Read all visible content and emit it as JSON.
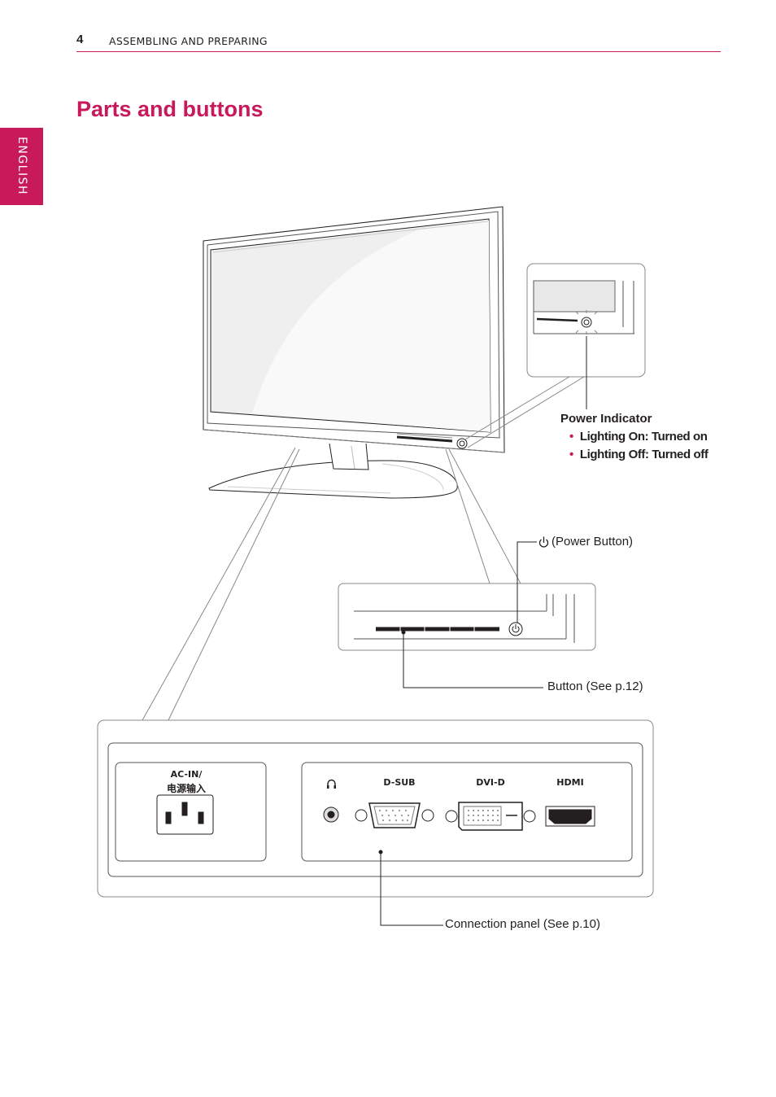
{
  "header": {
    "page_number": "4",
    "section": "ASSEMBLING AND PREPARING"
  },
  "sidebar": {
    "language": "ENGLISH"
  },
  "title": "Parts and buttons",
  "callouts": {
    "power_indicator": {
      "title": "Power Indicator",
      "items": [
        "Lighting On: Turned on",
        "Lighting Off: Turned off"
      ]
    },
    "power_button": "(Power Button)",
    "button": "Button (See p.12)",
    "connection_panel": "Connection panel (See p.10)"
  },
  "ports": {
    "ac_in_line1": "AC-IN/",
    "ac_in_line2": "电源输入",
    "dsub": "D-SUB",
    "dvid": "DVI-D",
    "hdmi": "HDMI"
  },
  "icons": [
    "power-icon",
    "headphone-icon",
    "bullet-icon"
  ],
  "colors": {
    "accent": "#c8195a",
    "text": "#231f20",
    "line": "#231f20"
  }
}
